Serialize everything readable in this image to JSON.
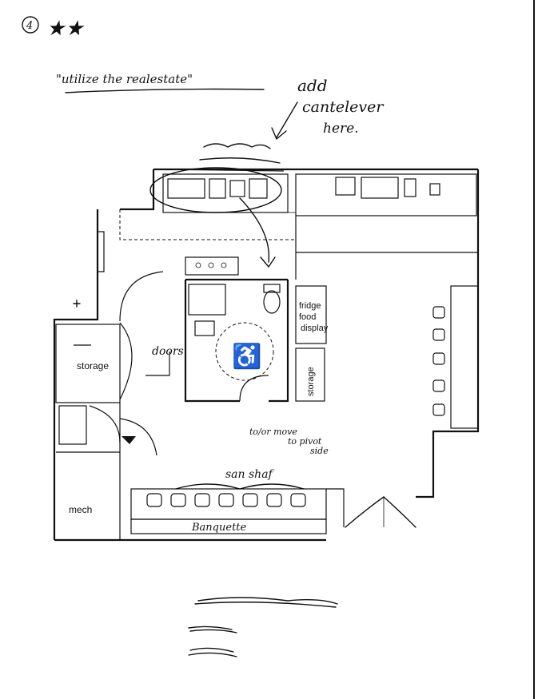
{
  "page_number": "4",
  "header_note": "\"utilize the realestate\"",
  "callout": {
    "line1": "add",
    "line2": "cantelever",
    "line3": "here."
  },
  "rooms": {
    "fridge": "fridge",
    "food": "food",
    "display": "display",
    "storage_left": "storage",
    "storage_right": "storage",
    "mech": "mech"
  },
  "notes": {
    "doors": "doors",
    "to_move": "to/or move",
    "to_pivot": "to pivot",
    "side": "side",
    "seating_above": "san shaf",
    "seating_below": "Banquette"
  }
}
